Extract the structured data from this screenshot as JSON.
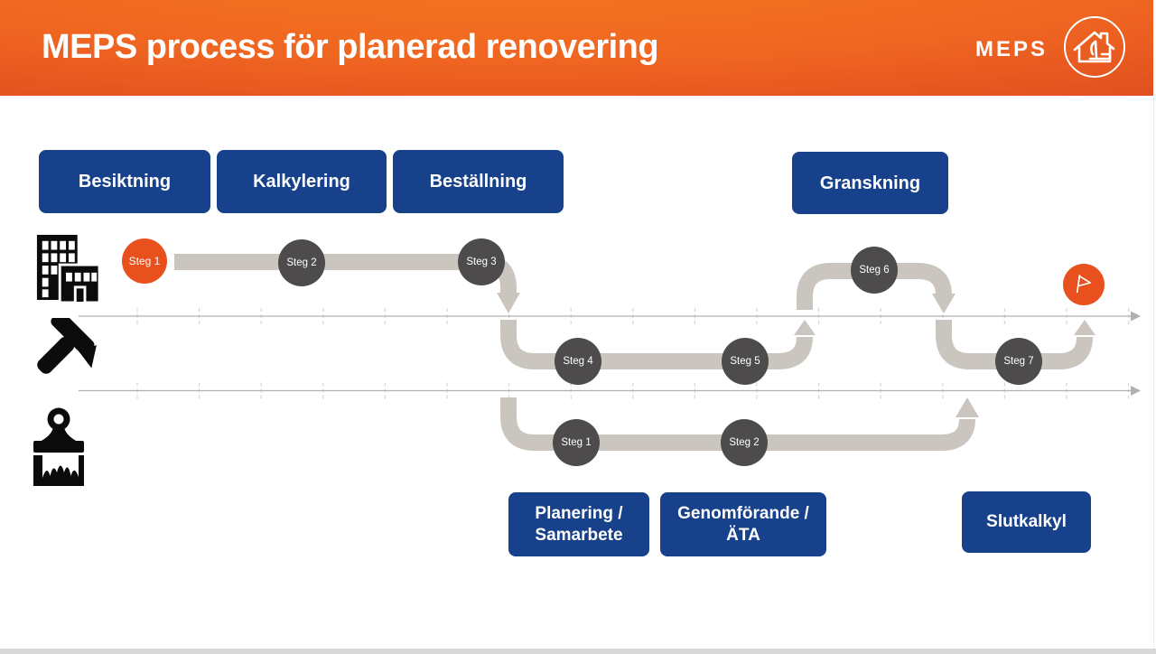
{
  "header": {
    "title": "MEPS process för planerad renovering",
    "brand": "MEPS"
  },
  "phase_boxes": {
    "top": [
      {
        "label": "Besiktning"
      },
      {
        "label": "Kalkylering"
      },
      {
        "label": "Beställning"
      },
      {
        "label": "Granskning"
      }
    ],
    "bottom": [
      {
        "line1": "Planering /",
        "line2": "Samarbete"
      },
      {
        "line1": "Genomförande /",
        "line2": "ÄTA"
      },
      {
        "line1": "Slutkalkyl",
        "line2": ""
      }
    ]
  },
  "steps": {
    "top_lane": [
      "Steg 1",
      "Steg 2",
      "Steg 3"
    ],
    "middle_lane": [
      "Steg 4",
      "Steg 5",
      "Steg 6",
      "Steg 7"
    ],
    "bottom_lane": [
      "Steg 1",
      "Steg 2"
    ]
  },
  "icons": {
    "lane1": "building-icon",
    "lane2": "hammer-icon",
    "lane3": "paintbrush-icon",
    "goal": "flag-icon",
    "logo": "house-hammer-icon"
  },
  "colors": {
    "header_orange": "#ef6521",
    "header_red": "#c73a21",
    "accent_orange": "#e8501e",
    "navy_box": "#17418a",
    "path_gray": "#cbc5bf",
    "step_circle_gray": "#4d4b4b",
    "ruler_gray": "#b2b0af",
    "tick_gray": "#d8d5d3"
  }
}
